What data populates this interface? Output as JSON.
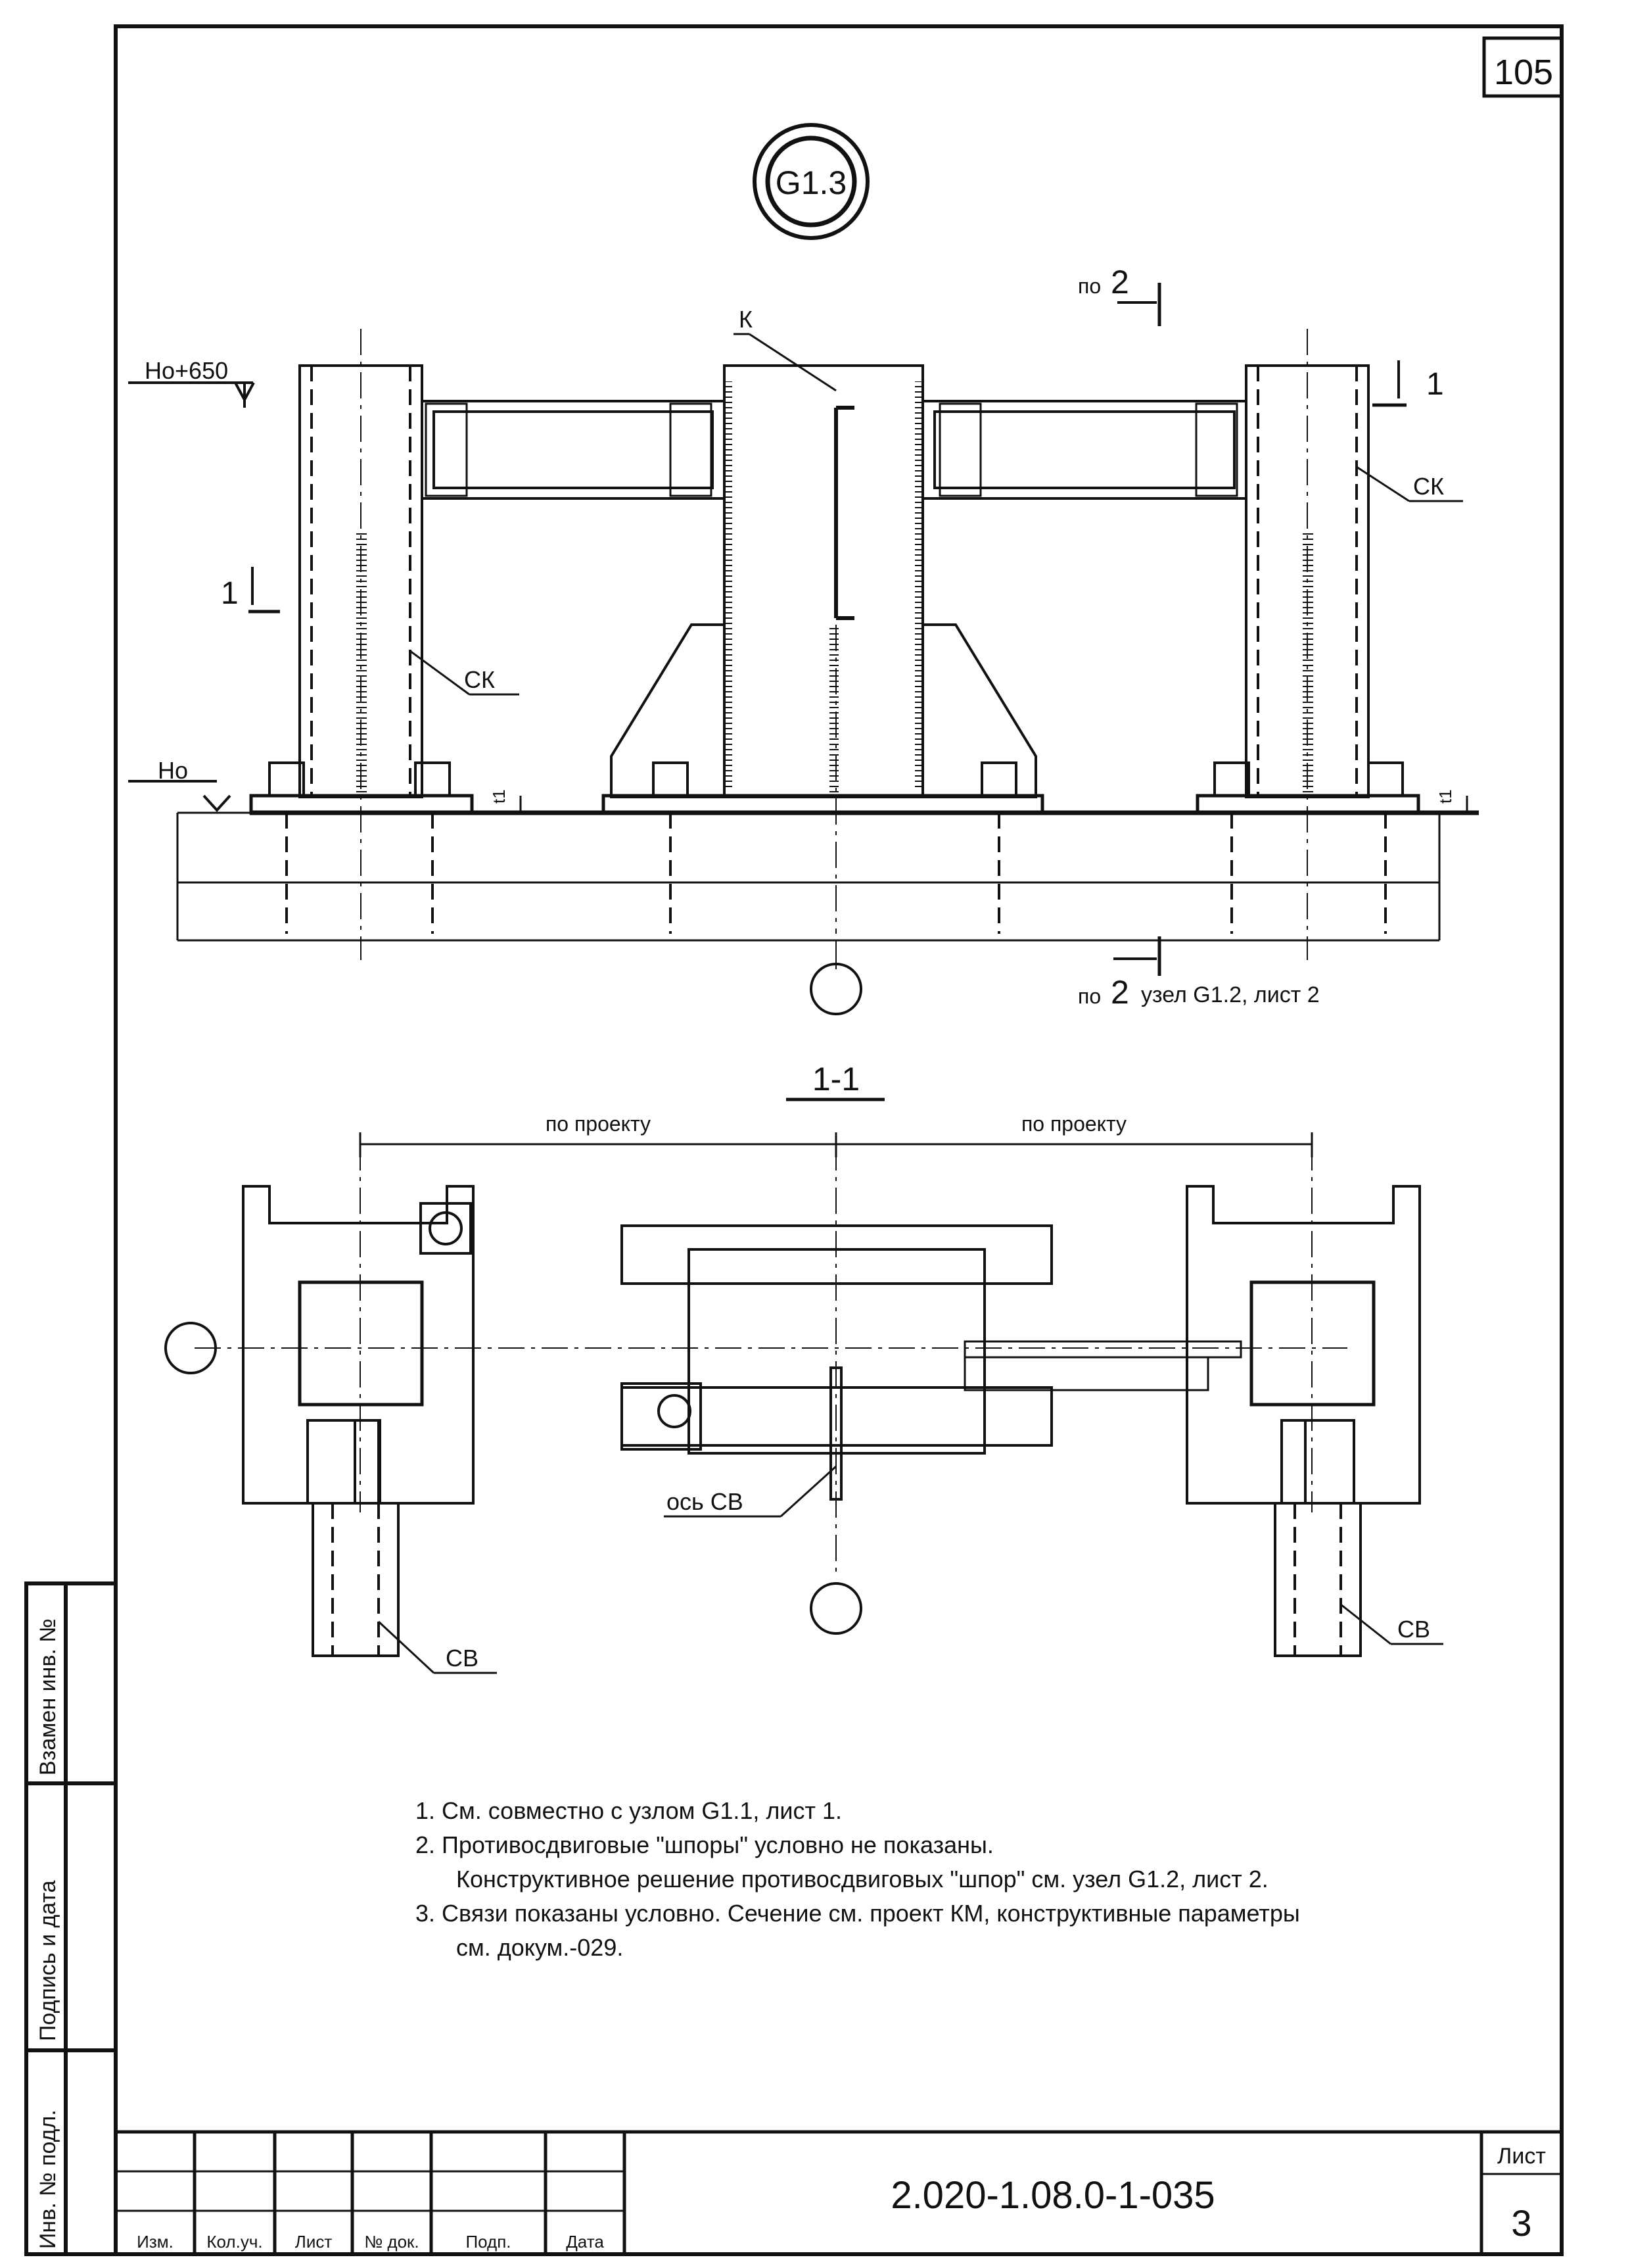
{
  "sheet_number": "105",
  "node_id": "G1.3",
  "elevation": {
    "top_mark": "Но+650",
    "base_mark": "Но",
    "label_k": "К",
    "label_ck": "СК",
    "cut_1": "1",
    "cut_2_prefix": "по",
    "cut_2_num": "2",
    "cut_2_ref": "узел G1.2, лист 2",
    "thickness": "t1"
  },
  "section": {
    "title": "1-1",
    "dim_left": "по проекту",
    "dim_right": "по проекту",
    "label_cb": "СВ",
    "label_axis": "ось СВ"
  },
  "notes": [
    "1. См. совместно с узлом G1.1, лист 1.",
    "2. Противосдвиговые \"шпоры\"  условно не показаны.",
    "Конструктивное решение противосдвиговых \"шпор\" см. узел G1.2, лист 2.",
    "3. Связи показаны условно. Сечение см. проект КМ, конструктивные параметры",
    "см. докум.-029."
  ],
  "side_stamp": {
    "inv_replace": "Взамен инв. №",
    "sign_date": "Подпись и дата",
    "inv_orig": "Инв. № подл."
  },
  "title_block": {
    "cols": [
      "Изм.",
      "Кол.уч.",
      "Лист",
      "№ док.",
      "Подп.",
      "Дата"
    ],
    "doc_code": "2.020-1.08.0-1-035",
    "sheet_label": "Лист",
    "sheet_num": "3"
  }
}
